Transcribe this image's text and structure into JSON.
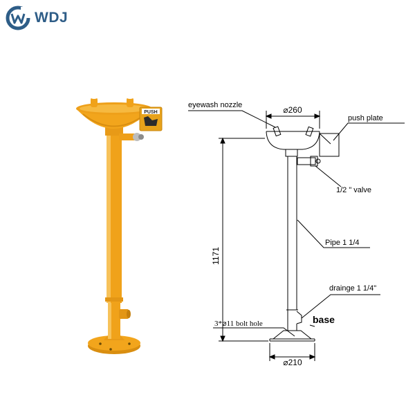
{
  "brand": {
    "logo_text": "WDJ",
    "colors": {
      "logo_blue": "#2e5d87",
      "station_yellow": "#f2a51c",
      "outline": "#000000"
    }
  },
  "photo": {
    "sign_text": "PUSH",
    "icon": "eyewash-station-photo"
  },
  "drawing": {
    "labels": {
      "eyewash_nozzle": "eyewash nozzle",
      "push_plate": "push plate",
      "valve": "1/2 \" valve",
      "pipe": "Pipe 1 1/4",
      "drainge": "drainge 1 1/4\"",
      "base": "base",
      "bolt_hole": "3*⌀11 bolt hole"
    },
    "dimensions": {
      "bowl_diameter": "⌀260",
      "height": "1171",
      "base_diameter": "⌀210"
    }
  }
}
